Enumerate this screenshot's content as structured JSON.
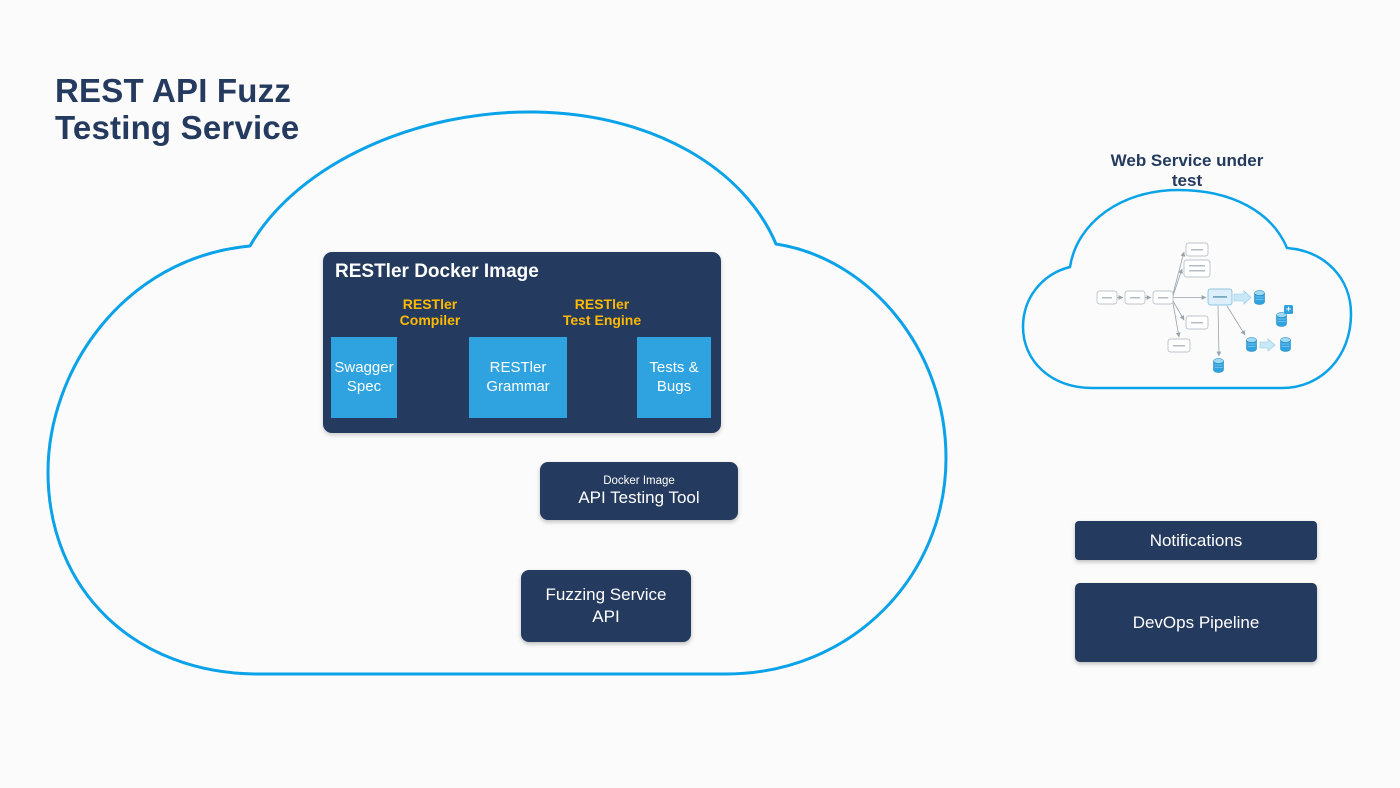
{
  "title": {
    "line1": "REST API Fuzz",
    "line2": "Testing Service"
  },
  "colors": {
    "navy": "#243A5E",
    "azure": "#2EA3DF",
    "arrow_yellow": "#FFB900",
    "cloud_blue": "#0AA2E8"
  },
  "restler_docker": {
    "title": "RESTler Docker Image",
    "compiler_label": "RESTler\nCompiler",
    "test_engine_label": "RESTler\nTest Engine",
    "stages": [
      "Swagger\nSpec",
      "RESTler\nGrammar",
      "Tests &\nBugs"
    ]
  },
  "docker_image_tool": {
    "subtitle": "Docker Image",
    "title": "API Testing Tool"
  },
  "fuzzing_service": {
    "label": "Fuzzing Service\nAPI"
  },
  "web_service": {
    "label": "Web Service under test"
  },
  "notifications": {
    "label": "Notifications"
  },
  "devops_pipeline": {
    "label": "DevOps Pipeline"
  }
}
